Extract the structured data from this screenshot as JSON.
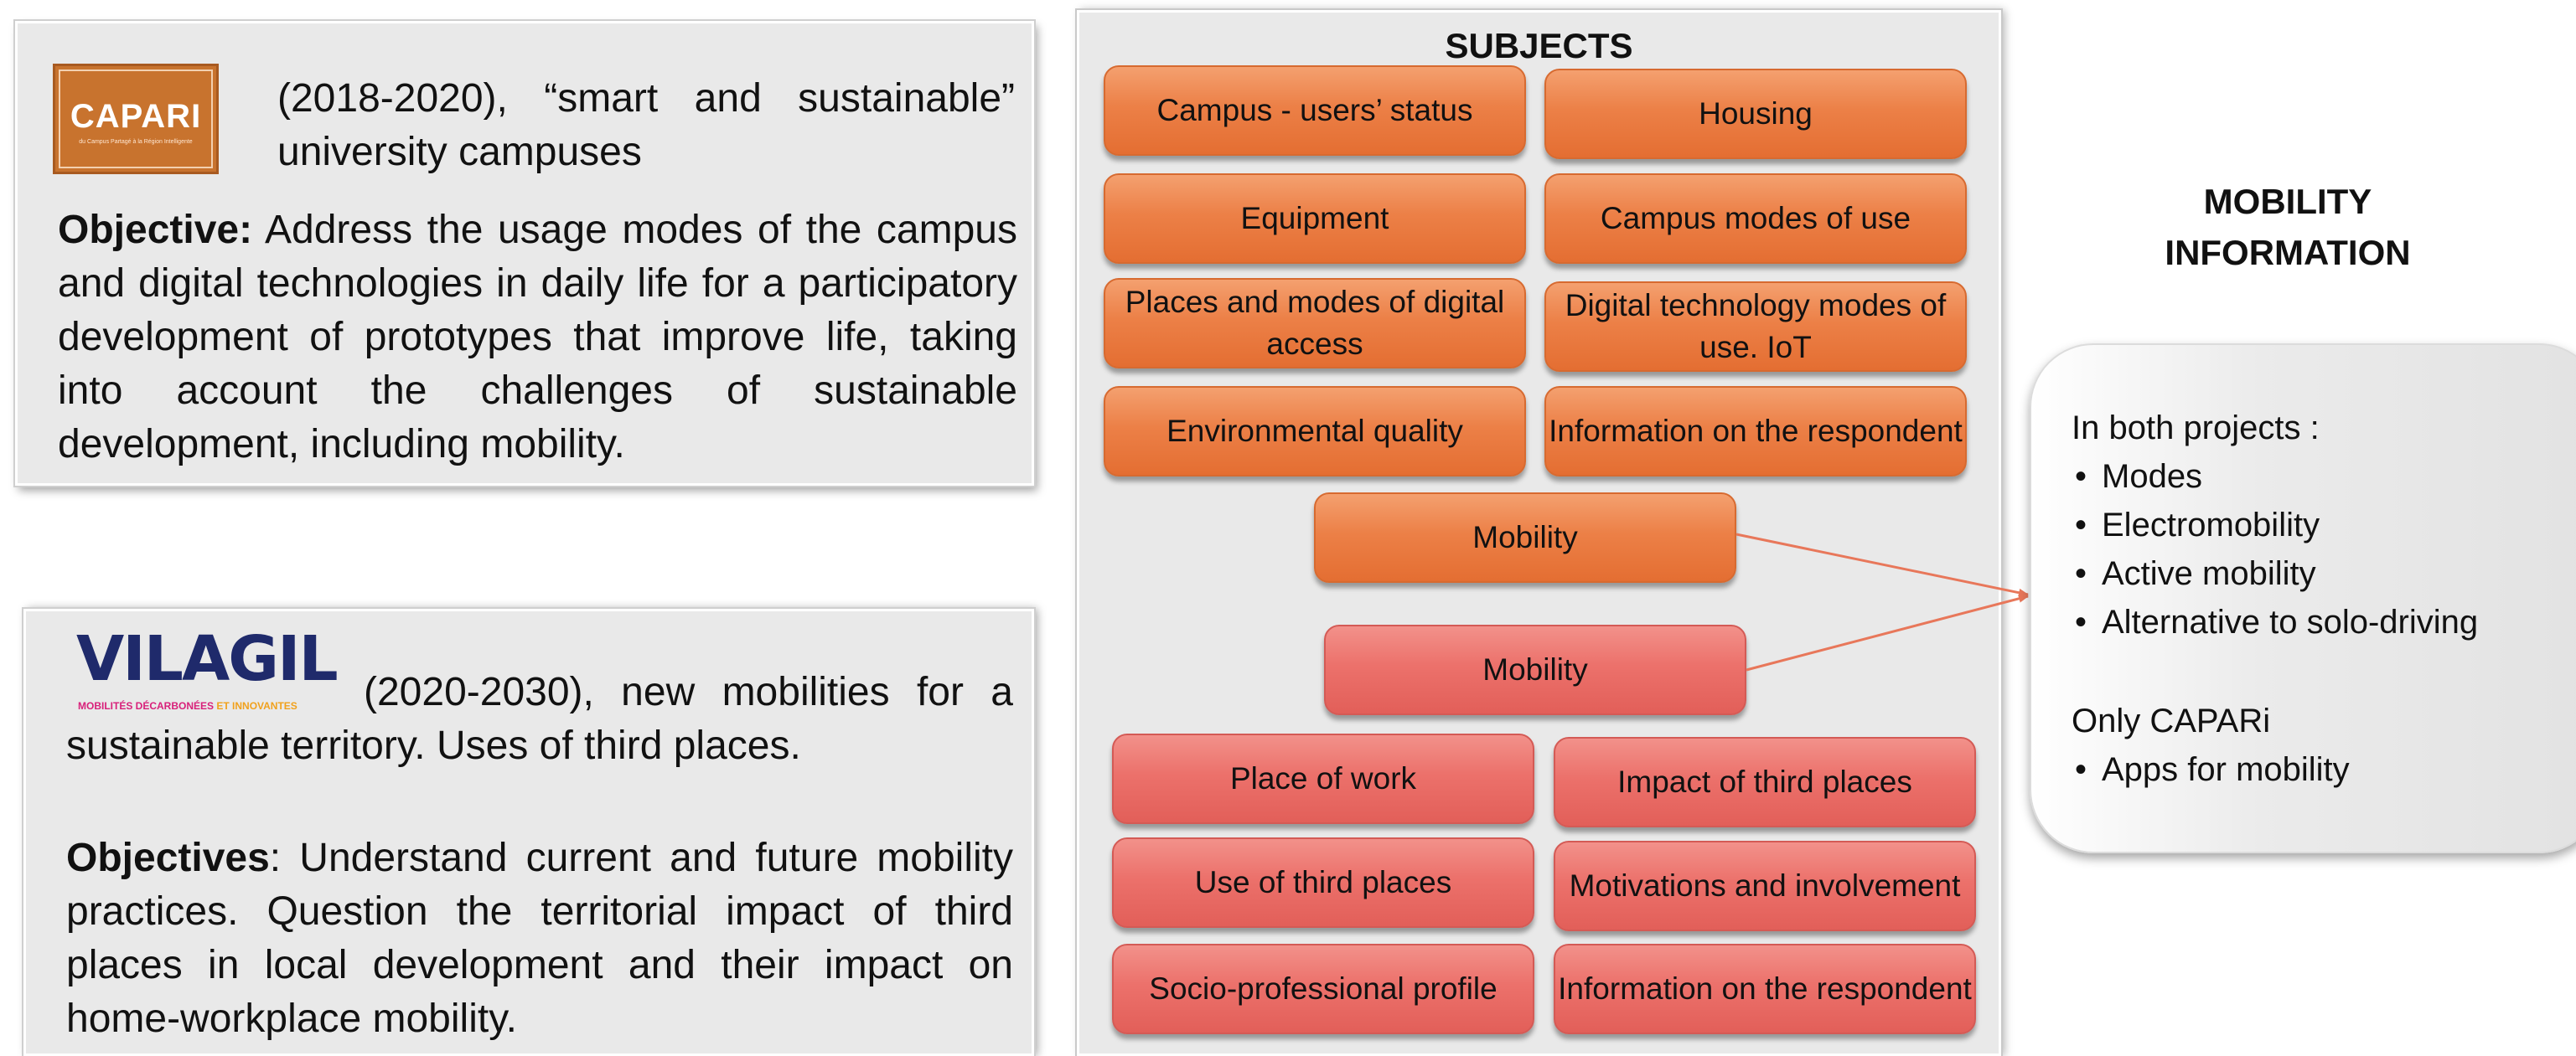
{
  "capari": {
    "logo_text": "CAPARI",
    "logo_tagline": "du Campus Partagé à la Région Intelligente",
    "intro": "(2018-2020), “smart and sustainable” university campuses",
    "objective_label": "Objective:",
    "objective_text": " Address the usage modes of the campus and digital technologies in daily life for a participatory development of prototypes that improve life, taking into account the challenges of sustainable development, including mobility."
  },
  "vilagil": {
    "logo_text": "VILAGIL",
    "logo_tagline_part1": "MOBILITÉS DÉCARBONÉES ",
    "logo_tagline_part2": "ET INNOVANTES",
    "intro": "(2020-2030), new mobilities for a sustainable territory. Uses of third places.",
    "objective_label": "Objectives",
    "objective_text": ": Understand current and future mobility practices. Question the territorial impact of third places in local development and their impact on home-workplace mobility."
  },
  "subjects": {
    "title": "SUBJECTS",
    "capari_items": [
      "Campus - users’ status",
      "Housing",
      "Equipment",
      "Campus modes of use",
      "Places and modes of digital access",
      "Digital technology modes of use. IoT",
      "Environmental quality",
      "Information on the respondent"
    ],
    "capari_mobility": "Mobility",
    "vilagil_mobility": "Mobility",
    "vilagil_items": [
      "Place of work",
      "Impact of third places",
      "Use of third places",
      "Motivations and involvement",
      "Socio-professional profile",
      "Information on the respondent"
    ]
  },
  "mobility_information": {
    "title_line1": "MOBILITY",
    "title_line2": "INFORMATION",
    "both_heading": "In both projects :",
    "both_items": [
      "Modes",
      "Electromobility",
      "Active mobility",
      "Alternative to solo-driving"
    ],
    "only_heading": "Only CAPARi",
    "only_items": [
      "Apps for mobility"
    ]
  },
  "colors": {
    "orange_pill": "#ec8047",
    "red_pill": "#ec716b",
    "arrow": "#e8775a",
    "panel_bg": "#e9e9e9"
  }
}
